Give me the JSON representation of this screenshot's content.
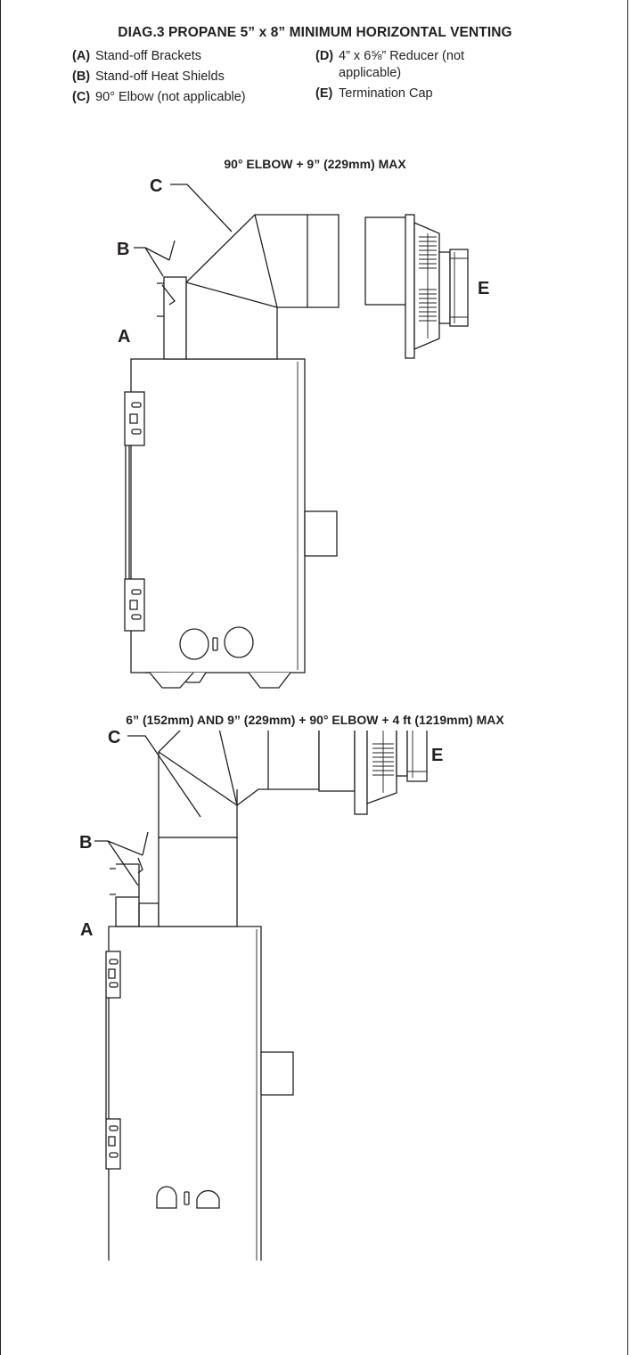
{
  "title": "DIAG.3  PROPANE 5” x 8” MINIMUM HORIZONTAL VENTING",
  "legend": [
    {
      "key": "(A)",
      "text": "Stand-off Brackets"
    },
    {
      "key": "(B)",
      "text": "Stand-off Heat Shields"
    },
    {
      "key": "(C)",
      "text": "90° Elbow (not applicable)"
    },
    {
      "key": "(D)",
      "text": "4” x 6⅝” Reducer (not"
    },
    {
      "key": "",
      "text": "applicable)"
    },
    {
      "key": "(E)",
      "text": "Termination Cap"
    }
  ],
  "diagrams": [
    {
      "caption": "90° ELBOW + 9” (229mm) MAX",
      "labels": {
        "a": "A",
        "b": "B",
        "c": "C",
        "e": "E"
      }
    },
    {
      "caption": "6” (152mm) AND 9” (229mm) + 90° ELBOW + 4 ft (1219mm) MAX",
      "labels": {
        "a": "A",
        "b": "B",
        "c": "C",
        "e": "E"
      }
    }
  ]
}
